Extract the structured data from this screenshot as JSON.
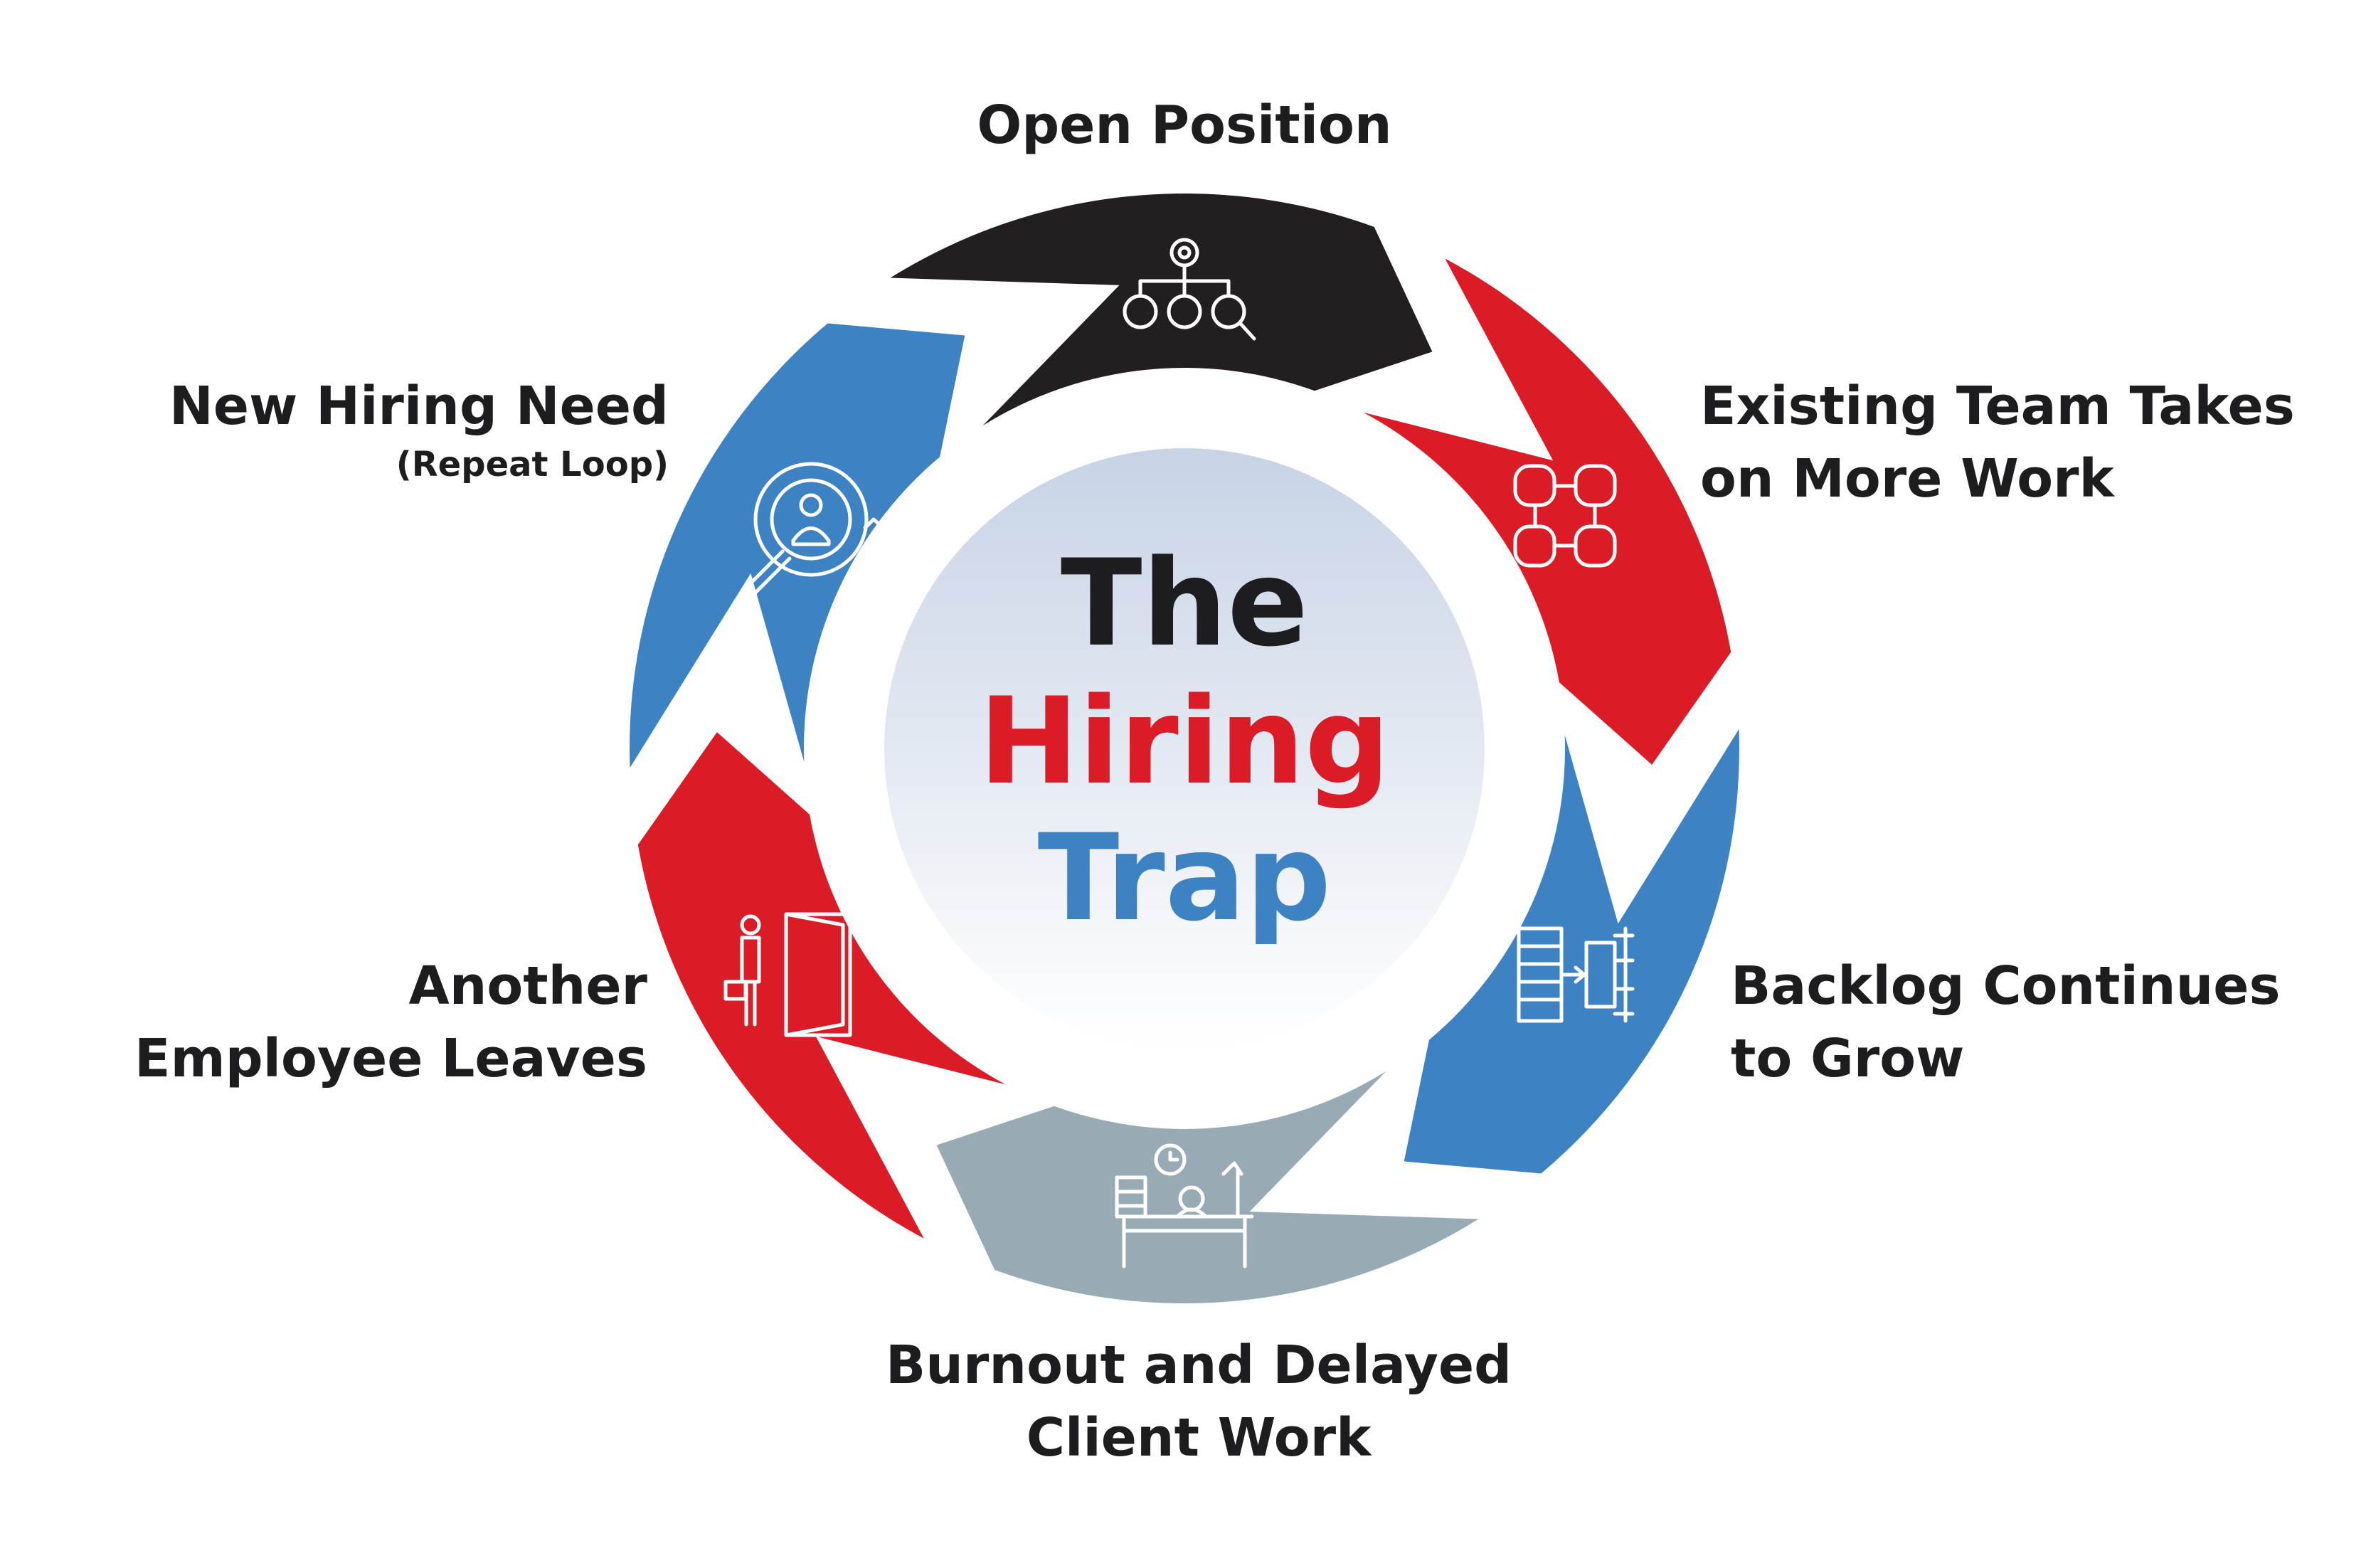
{
  "title": {
    "line1": "The",
    "line2": "Hiring",
    "line3": "Trap"
  },
  "colors": {
    "black": "#231f20",
    "red": "#db1b26",
    "blue": "#3d82c3",
    "gray": "#98abb5",
    "text": "#1d1d1f",
    "icon_stroke": "#ffffff"
  },
  "steps": [
    {
      "id": "open",
      "label_lines": [
        "Open Position"
      ],
      "color": "black",
      "icon": "org-chart-gear-icon"
    },
    {
      "id": "team",
      "label_lines": [
        "Existing Team Takes",
        "on More Work"
      ],
      "color": "red",
      "icon": "team-collaboration-icon"
    },
    {
      "id": "backlog",
      "label_lines": [
        "Backlog Continues",
        "to Grow"
      ],
      "color": "blue",
      "icon": "task-queue-icon"
    },
    {
      "id": "burnout",
      "label_lines": [
        "Burnout and Delayed",
        "Client Work"
      ],
      "color": "gray",
      "icon": "overloaded-desk-icon"
    },
    {
      "id": "leaves",
      "label_lines": [
        "Another",
        "Employee Leaves"
      ],
      "color": "red",
      "icon": "employee-exit-door-icon"
    },
    {
      "id": "rehire",
      "label_lines": [
        "New Hiring Need"
      ],
      "sub": "(Repeat Loop)",
      "color": "blue",
      "icon": "candidate-search-icon"
    }
  ]
}
